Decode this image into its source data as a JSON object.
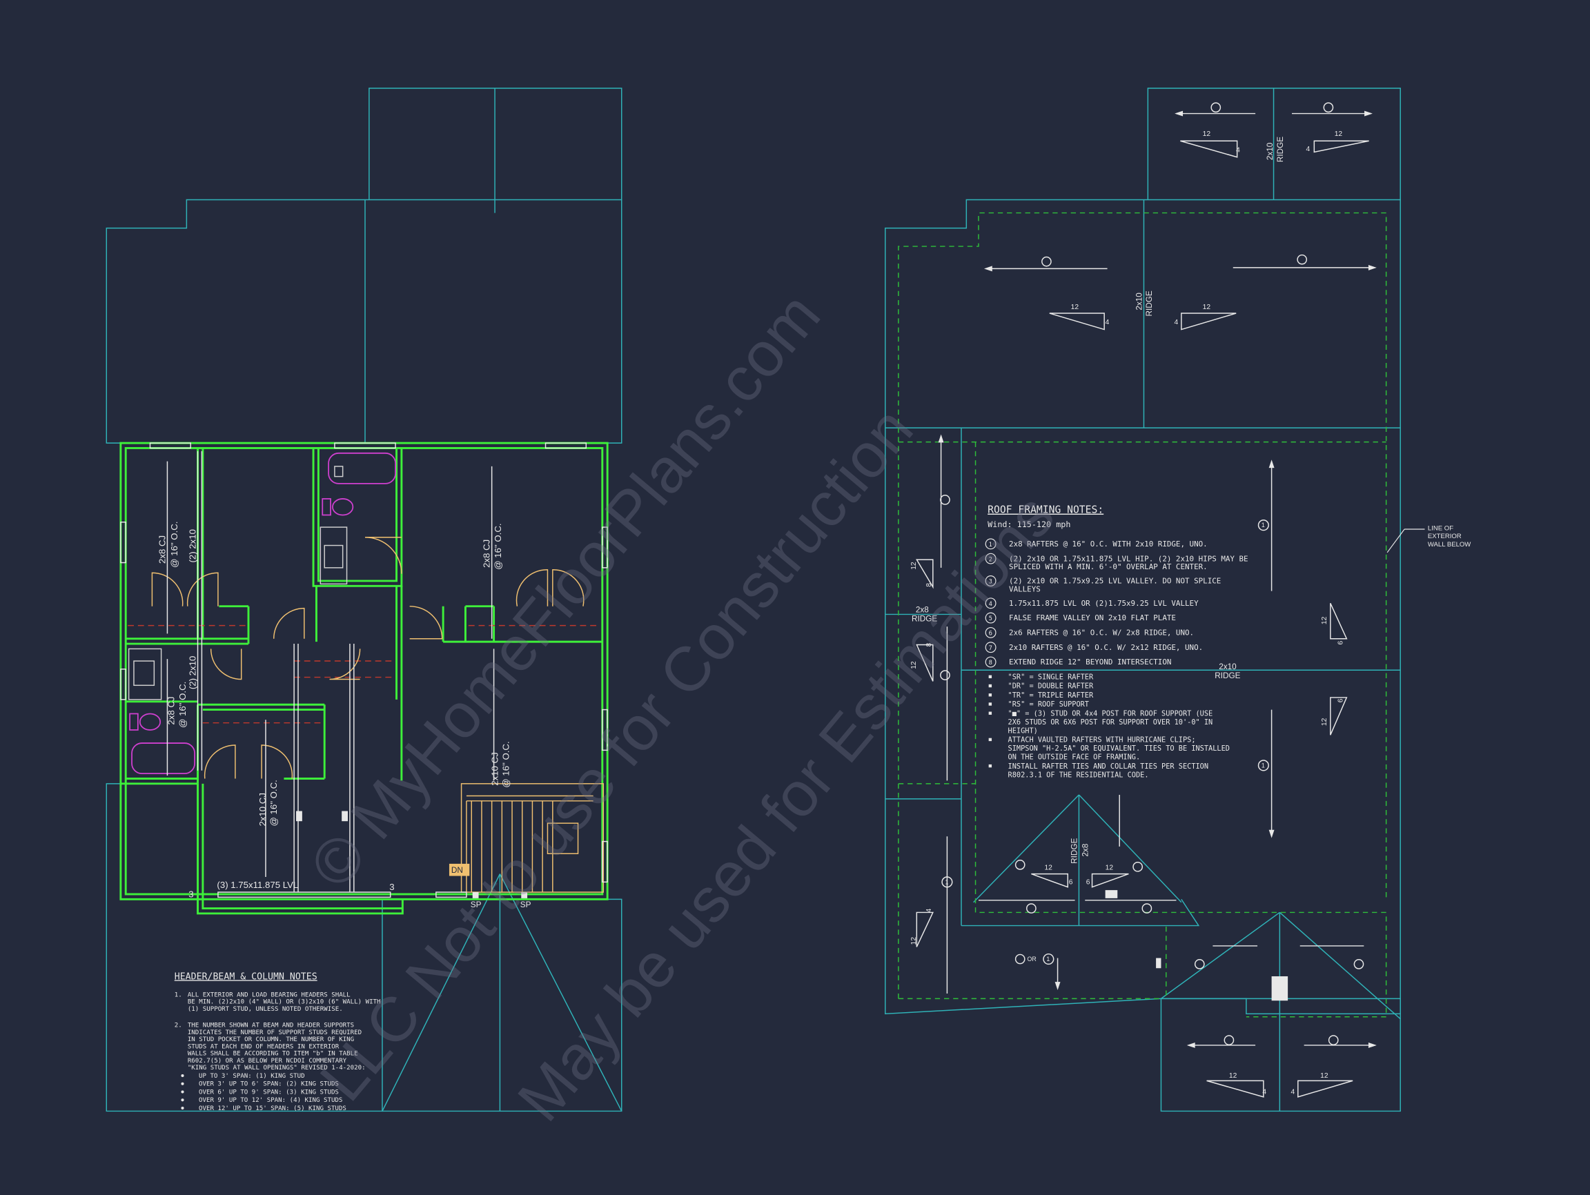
{
  "colors": {
    "background": "#242a3c",
    "outline": "#2fb3b8",
    "wall": "#3ef03a",
    "text": "#e8e8e8",
    "dashed_green": "#2fbf3a",
    "dashed_red": "#c0392b",
    "door": "#f0c070",
    "fixture": "#d040d0",
    "watermark": "#6f7488"
  },
  "watermark": {
    "line1": "© MyHomeFloorPlans.com",
    "line2": "LLC Not to use for Construction",
    "line3": "May be used for Estimations"
  },
  "floor_plan": {
    "joist_labels": [
      {
        "line1": "2x8 CJ",
        "line2": "@ 16\" O.C."
      },
      {
        "line1": "(2) 2x10",
        "line2": ""
      },
      {
        "line1": "2x8 CJ",
        "line2": "@ 16\" O.C."
      },
      {
        "line1": "(2) 2x10",
        "line2": ""
      },
      {
        "line1": "2x8 CJ",
        "line2": "@ 16\" O.C."
      },
      {
        "line1": "2x10 CJ",
        "line2": "@ 16\" O.C."
      },
      {
        "line1": "2x10 CJ",
        "line2": "@ 16\" O.C."
      }
    ],
    "beam_label": "(3) 1.75x11.875 LVL",
    "beam_studs": [
      "3",
      "3"
    ],
    "stair_tag": "DN",
    "sp_tags": [
      "SP",
      "SP"
    ]
  },
  "header_notes": {
    "title": "HEADER/BEAM & COLUMN NOTES",
    "note1_number": "1.",
    "note1_lines": [
      "ALL EXTERIOR AND LOAD BEARING HEADERS SHALL",
      "BE MIN. (2)2x10 (4\" WALL) OR (3)2x10 (6\" WALL) WITH",
      "(1) SUPPORT STUD, UNLESS NOTED OTHERWISE."
    ],
    "note2_number": "2.",
    "note2_lines": [
      "THE NUMBER SHOWN AT BEAM AND HEADER SUPPORTS",
      "INDICATES THE NUMBER OF SUPPORT STUDS REQUIRED",
      "IN STUD POCKET OR COLUMN. THE NUMBER OF KING",
      "STUDS AT EACH END OF HEADERS IN EXTERIOR",
      "WALLS SHALL BE ACCORDING TO ITEM \"b\" IN TABLE",
      "R602.7(5) OR AS BELOW PER NCDOI COMMENTARY",
      "\"KING STUDS AT WALL OPENINGS\" REVISED 1-4-2020:"
    ],
    "stud_list": [
      "UP TO 3' SPAN: (1) KING STUD",
      "OVER 3' UP TO 6' SPAN: (2) KING STUDS",
      "OVER 6' UP TO 9' SPAN: (3) KING STUDS",
      "OVER 9' UP TO 12' SPAN: (4) KING STUDS",
      "OVER 12' UP TO 15' SPAN: (5) KING STUDS"
    ]
  },
  "roof_plan": {
    "ridge_labels": [
      {
        "line1": "2x10",
        "line2": "RIDGE"
      },
      {
        "line1": "2x10",
        "line2": "RIDGE"
      },
      {
        "line1": "2x8",
        "line2": "RIDGE"
      },
      {
        "line1": "2x10",
        "line2": "RIDGE"
      },
      {
        "line1": "RIDGE",
        "line2": "2x8"
      }
    ],
    "pitch_rise": "4",
    "pitch_rise_alt": "6",
    "pitch_rise_8": "8",
    "pitch_run": "12",
    "callout_1": "1",
    "callout_8": "8",
    "or_text": "OR",
    "exterior_wall_note": [
      "LINE OF",
      "EXTERIOR",
      "WALL BELOW"
    ]
  },
  "roof_notes": {
    "title": "ROOF FRAMING NOTES:",
    "wind": "Wind: 115-120 mph",
    "numbered": [
      {
        "num": "1",
        "lines": [
          "2x8 RAFTERS @ 16\" O.C. WITH 2x10 RIDGE, UNO."
        ]
      },
      {
        "num": "2",
        "lines": [
          "(2) 2x10 OR 1.75x11.875 LVL HIP. (2) 2x10 HIPS MAY BE",
          "SPLICED WITH A MIN. 6'-0\" OVERLAP AT CENTER."
        ]
      },
      {
        "num": "3",
        "lines": [
          "(2) 2x10 OR 1.75x9.25 LVL VALLEY. DO NOT SPLICE",
          "VALLEYS"
        ]
      },
      {
        "num": "4",
        "lines": [
          "1.75x11.875 LVL OR (2)1.75x9.25 LVL VALLEY"
        ]
      },
      {
        "num": "5",
        "lines": [
          "FALSE FRAME VALLEY ON 2x10 FLAT PLATE"
        ]
      },
      {
        "num": "6",
        "lines": [
          "2x6 RAFTERS @ 16\" O.C. W/ 2x8 RIDGE, UNO."
        ]
      },
      {
        "num": "7",
        "lines": [
          "2x10 RAFTERS @ 16\" O.C. W/ 2x12 RIDGE, UNO."
        ]
      },
      {
        "num": "8",
        "lines": [
          "EXTEND RIDGE 12\" BEYOND INTERSECTION"
        ]
      }
    ],
    "bullets": [
      {
        "lines": [
          "\"SR\" = SINGLE RAFTER"
        ]
      },
      {
        "lines": [
          "\"DR\" = DOUBLE RAFTER"
        ]
      },
      {
        "lines": [
          "\"TR\" = TRIPLE RAFTER"
        ]
      },
      {
        "lines": [
          "\"RS\" = ROOF SUPPORT"
        ]
      },
      {
        "lines": [
          "\"■\" = (3) STUD OR 4x4 POST FOR ROOF SUPPORT (USE",
          "2X6 STUDS OR 6X6 POST FOR SUPPORT OVER 10'-0\" IN",
          "HEIGHT)"
        ]
      },
      {
        "lines": [
          "ATTACH VAULTED RAFTERS WITH HURRICANE CLIPS;",
          "SIMPSON \"H-2.5A\" OR EQUIVALENT. TIES TO BE INSTALLED",
          "ON THE OUTSIDE FACE OF FRAMING."
        ]
      },
      {
        "lines": [
          "INSTALL RAFTER TIES AND COLLAR TIES PER SECTION",
          "R802.3.1 OF THE RESIDENTIAL CODE."
        ]
      }
    ]
  }
}
